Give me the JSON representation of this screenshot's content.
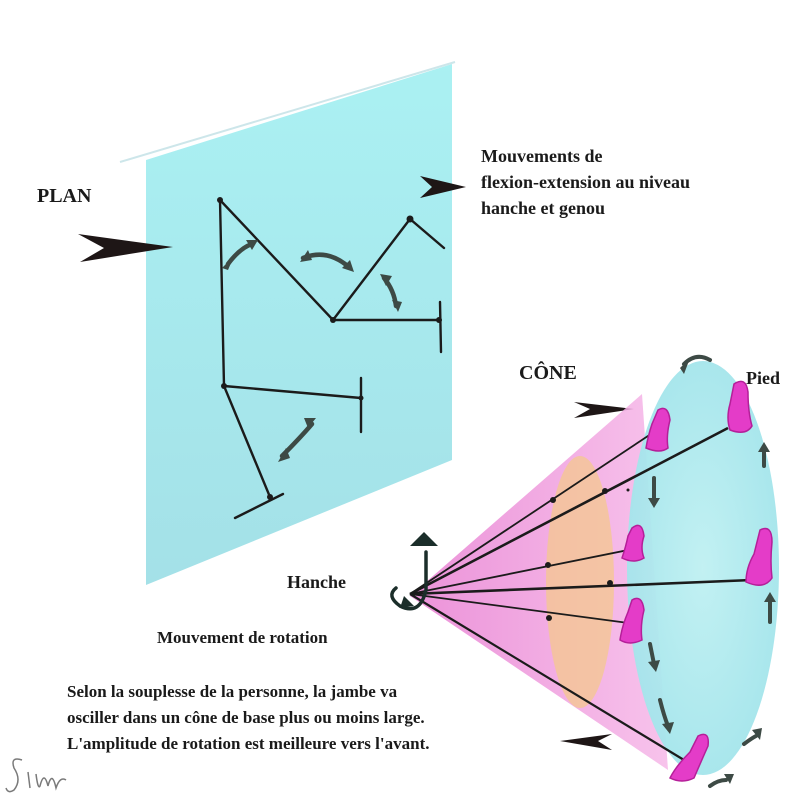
{
  "labels": {
    "plan": "PLAN",
    "plan_description": [
      "Mouvements de",
      "flexion-extension au niveau",
      "hanche et genou"
    ],
    "cone": "CÔNE",
    "pied": "Pied",
    "hanche": "Hanche",
    "rotation": "Mouvement de rotation",
    "note": [
      "Selon la souplesse de la personne, la jambe va",
      "osciller dans un cône de base plus ou moins large.",
      "L'amplitude de rotation est meilleure vers l'avant."
    ],
    "signature": "Sim"
  },
  "colors": {
    "plane": "#a8eef0",
    "cone_pink": "#f2a0df",
    "cone_base": "#b8ecef",
    "inner_ellipse": "#f4c890",
    "foot": "#e43cc8",
    "arrow": "#3a3a3a",
    "ink": "#1a1a1a"
  },
  "icons": [
    "pointer-arrow-icon",
    "double-arrow-icon",
    "rotation-arrow-icon",
    "foot-icon"
  ]
}
